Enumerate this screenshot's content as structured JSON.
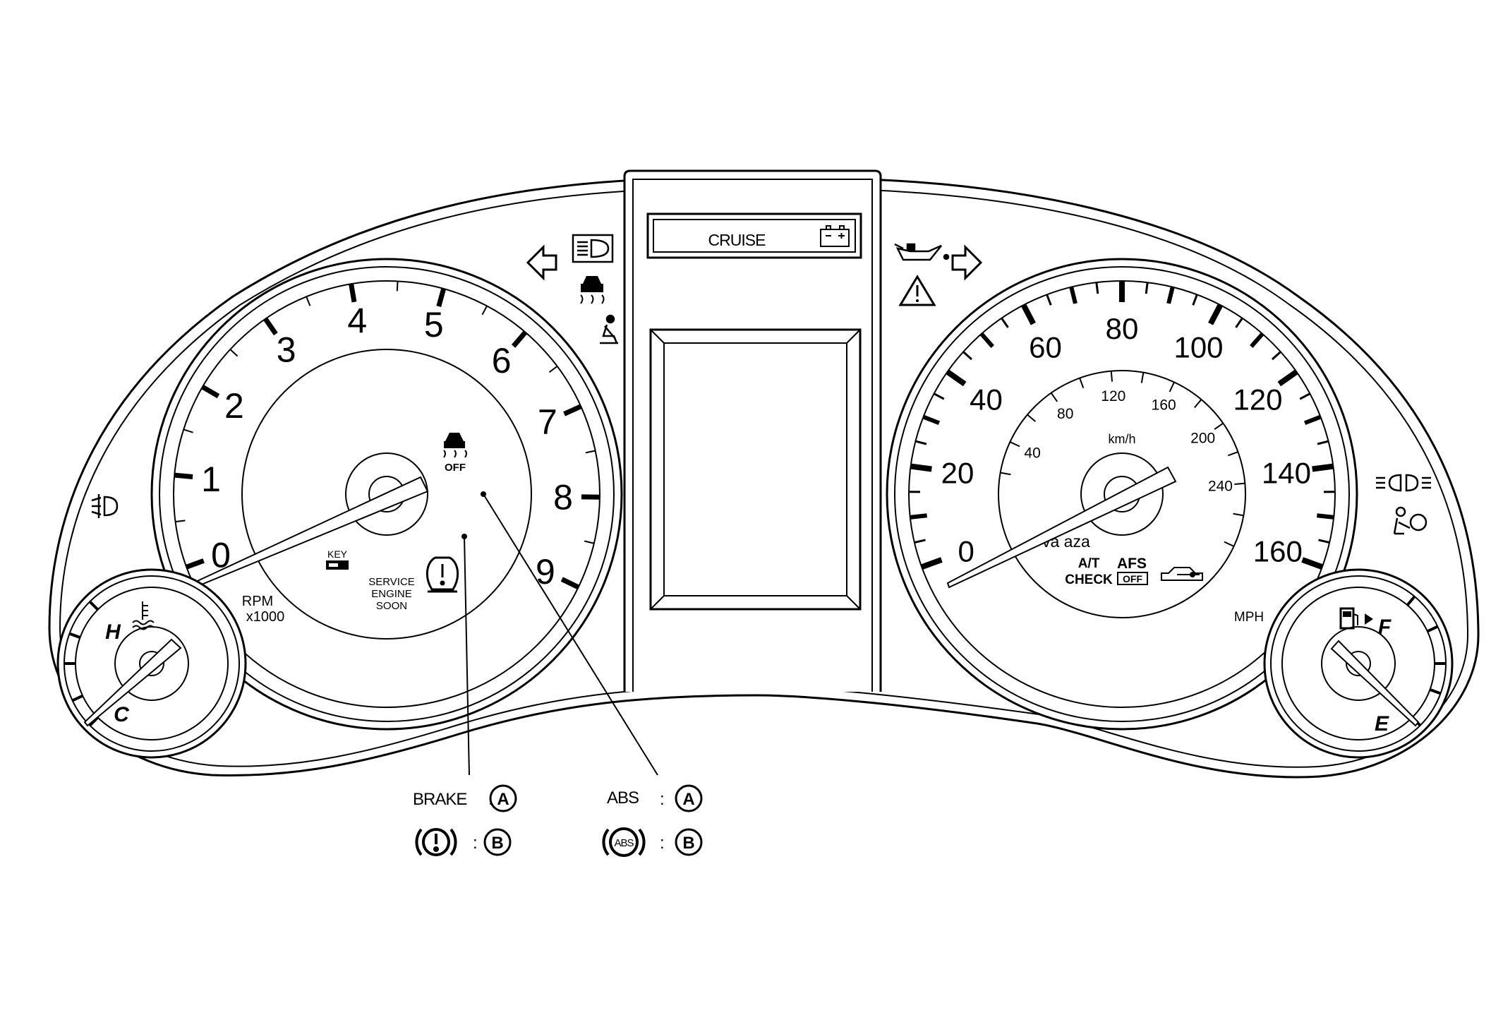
{
  "tachometer": {
    "numbers": [
      "0",
      "1",
      "2",
      "3",
      "4",
      "5",
      "6",
      "7",
      "8",
      "9"
    ],
    "unit_line1": "RPM",
    "unit_line2": "x1000",
    "key_label": "KEY",
    "service_line1": "SERVICE",
    "service_line2": "ENGINE",
    "service_line3": "SOON",
    "traction_off_label": "OFF"
  },
  "speedometer": {
    "mph_numbers": [
      "0",
      "20",
      "40",
      "60",
      "80",
      "100",
      "120",
      "140",
      "160"
    ],
    "kmh_numbers": [
      "40",
      "80",
      "120",
      "160",
      "200",
      "240"
    ],
    "kmh_label": "km/h",
    "mph_label": "MPH",
    "odo_text": "va aza",
    "at_check_line1": "A/T",
    "at_check_line2": "CHECK",
    "afs_label": "AFS",
    "afs_off_label": "OFF"
  },
  "center_display": {
    "cruise_label": "CRUISE"
  },
  "temp_gauge": {
    "hot_label": "H",
    "cold_label": "C"
  },
  "fuel_gauge": {
    "full_label": "F",
    "empty_label": "E"
  },
  "callouts": {
    "brake_label": "BRAKE",
    "abs_label": "ABS",
    "colon": ":",
    "a_marker": "A",
    "b_marker": "B",
    "abs_icon_text": "ABS"
  },
  "icons": [
    "left-turn-signal-icon",
    "high-beam-icon",
    "traction-control-icon",
    "seatbelt-warning-icon",
    "oil-pressure-icon",
    "right-turn-signal-icon",
    "master-warning-icon",
    "battery-icon",
    "front-fog-light-icon",
    "headlight-icon",
    "airbag-warning-icon",
    "coolant-temperature-icon",
    "fuel-pump-icon",
    "tire-pressure-icon",
    "security-car-icon",
    "brake-warning-icon",
    "abs-warning-icon"
  ]
}
